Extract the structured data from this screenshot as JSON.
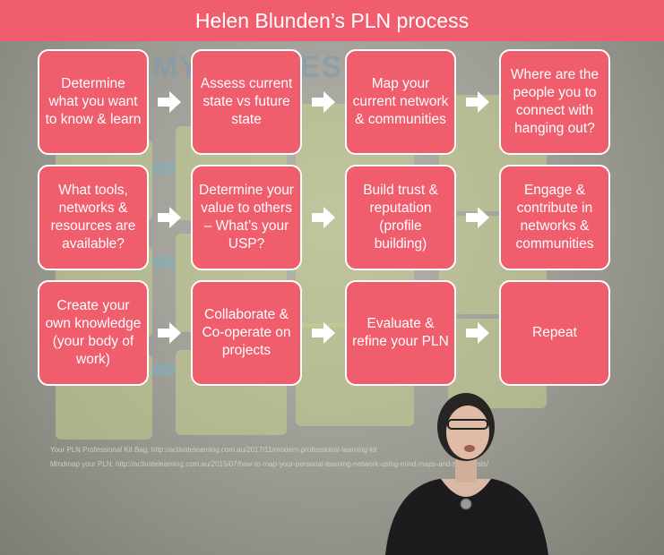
{
  "title": "Helen Blunden’s PLN process",
  "steps": [
    "Determine what you want to know & learn",
    "Assess current state vs future state",
    "Map your current network & communities",
    "Where are the people you to connect with hanging out?",
    "What tools, networks & resources are available?",
    "Determine your value to others – What’s your USP?",
    "Build trust & reputation (profile building)",
    "Engage & contribute in networks & communities",
    "Create your own knowledge (your body of work)",
    "Collaborate & Co-operate on projects",
    "Evaluate & refine your PLN",
    "Repeat"
  ],
  "background_slide": {
    "heading": "MY PROCESS",
    "footnotes": [
      "Your PLN Professional Kit Bag: http://activatelearning.com.au/2017/11/modern-professional-learning-kit",
      "Mindmap your PLN: http://activatelearning.com.au/2015/07/how-to-map-your-personal-learning-network-using-mind-maps-and-twitter-lists/"
    ]
  },
  "colors": {
    "accent": "#f05d6c",
    "text": "#ffffff",
    "arrow": "#ffffff"
  }
}
